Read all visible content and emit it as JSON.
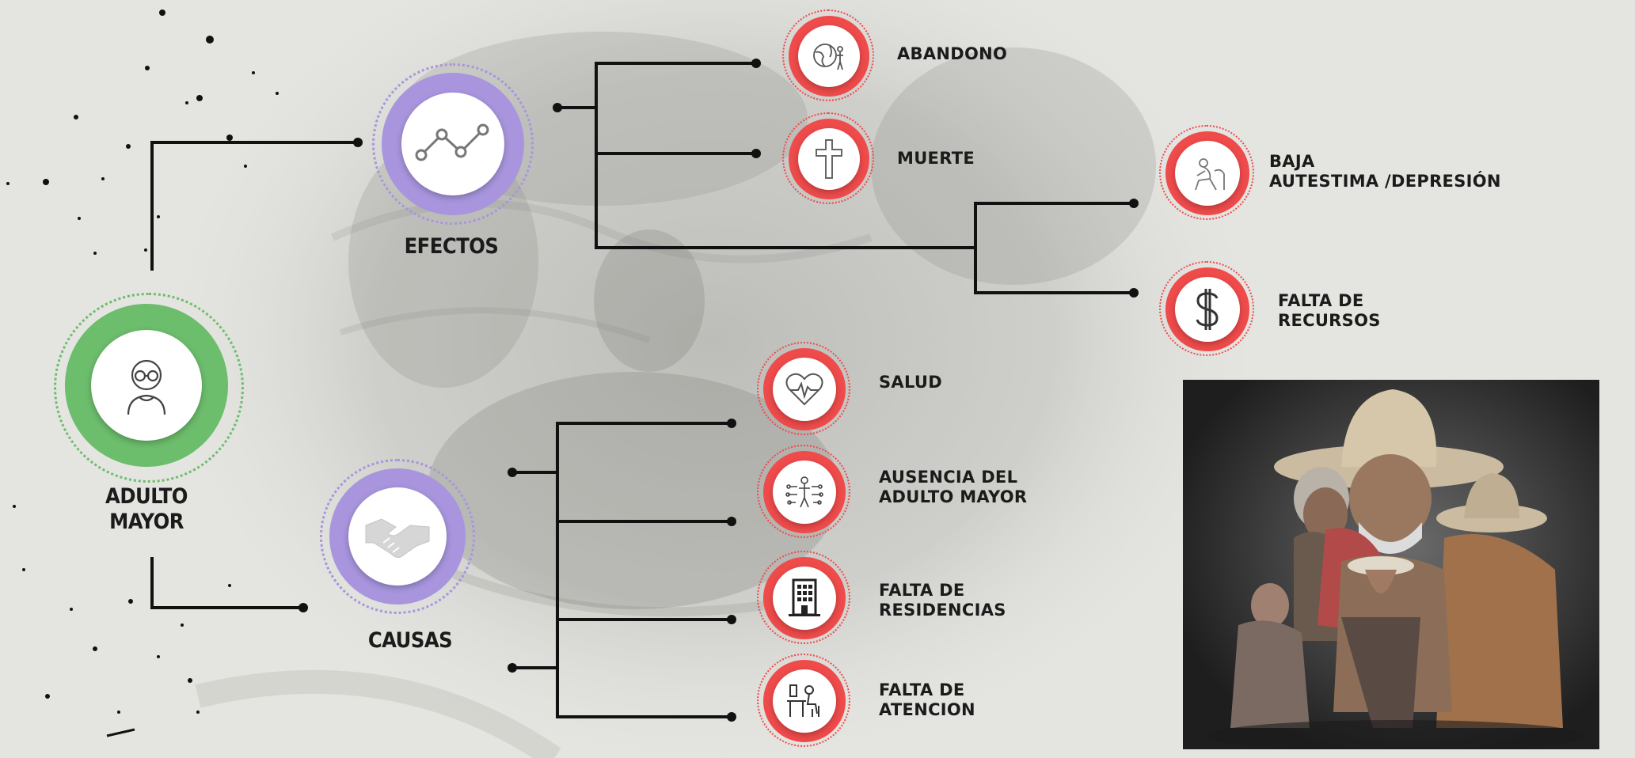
{
  "colors": {
    "background": "#e4e4e0",
    "line": "#111111",
    "green_ring": "#6cbd6c",
    "purple_ring": "#a895de",
    "red_ring": "#ef4b4b",
    "icon_stroke": "#555555"
  },
  "root": {
    "label_line1": "ADULTO",
    "label_line2": "MAYOR",
    "icon": "person-glasses-icon"
  },
  "efectos": {
    "label": "EFECTOS",
    "icon": "line-chart-icon"
  },
  "causas": {
    "label": "CAUSAS",
    "icon": "handshake-icon"
  },
  "effects": [
    {
      "lines": [
        "ABANDONO"
      ],
      "icon": "globe-person-icon"
    },
    {
      "lines": [
        "MUERTE"
      ],
      "icon": "cross-icon"
    },
    {
      "lines": [
        "BAJA",
        "AUTESTIMA /DEPRESIÓN"
      ],
      "icon": "sad-person-icon"
    },
    {
      "lines": [
        "FALTA DE",
        "RECURSOS"
      ],
      "icon": "dollar-icon"
    }
  ],
  "causes": [
    {
      "lines": [
        "SALUD"
      ],
      "icon": "heart-pulse-icon"
    },
    {
      "lines": [
        "AUSENCIA DEL",
        "ADULTO MAYOR"
      ],
      "icon": "network-person-icon"
    },
    {
      "lines": [
        "FALTA DE",
        "RESIDENCIAS"
      ],
      "icon": "building-icon"
    },
    {
      "lines": [
        "FALTA DE",
        "ATENCION"
      ],
      "icon": "desk-person-icon"
    }
  ],
  "photo": {
    "subject": "elderly-people-illustration"
  }
}
